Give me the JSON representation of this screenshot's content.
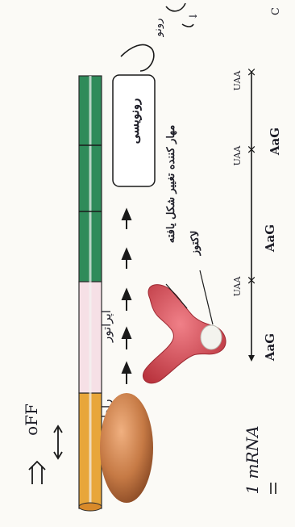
{
  "labels": {
    "promoter": "راه‌انداز",
    "operator": "اپراتور",
    "repressor_altered": "مهار کننده تغییر شکل یافته",
    "lactose": "لاکتوز",
    "transcription": "رونویسی",
    "off_label": "oFF",
    "mrna_label": "1 mRNA",
    "codon_aag_1": "AaG",
    "codon_aag_2": "AaG",
    "codon_aag_3": "AaG",
    "codon_uaa_1": "UAA",
    "codon_uaa_2": "UAA",
    "codon_uaa_3": "UAA"
  },
  "colors": {
    "promoter": "#e8a63a",
    "operator": "#f4dbe1",
    "gene": "#2f8b5a",
    "repressor": "#d9545e",
    "polymerase": "#c67a45",
    "lactose": "#f2f2ee"
  }
}
